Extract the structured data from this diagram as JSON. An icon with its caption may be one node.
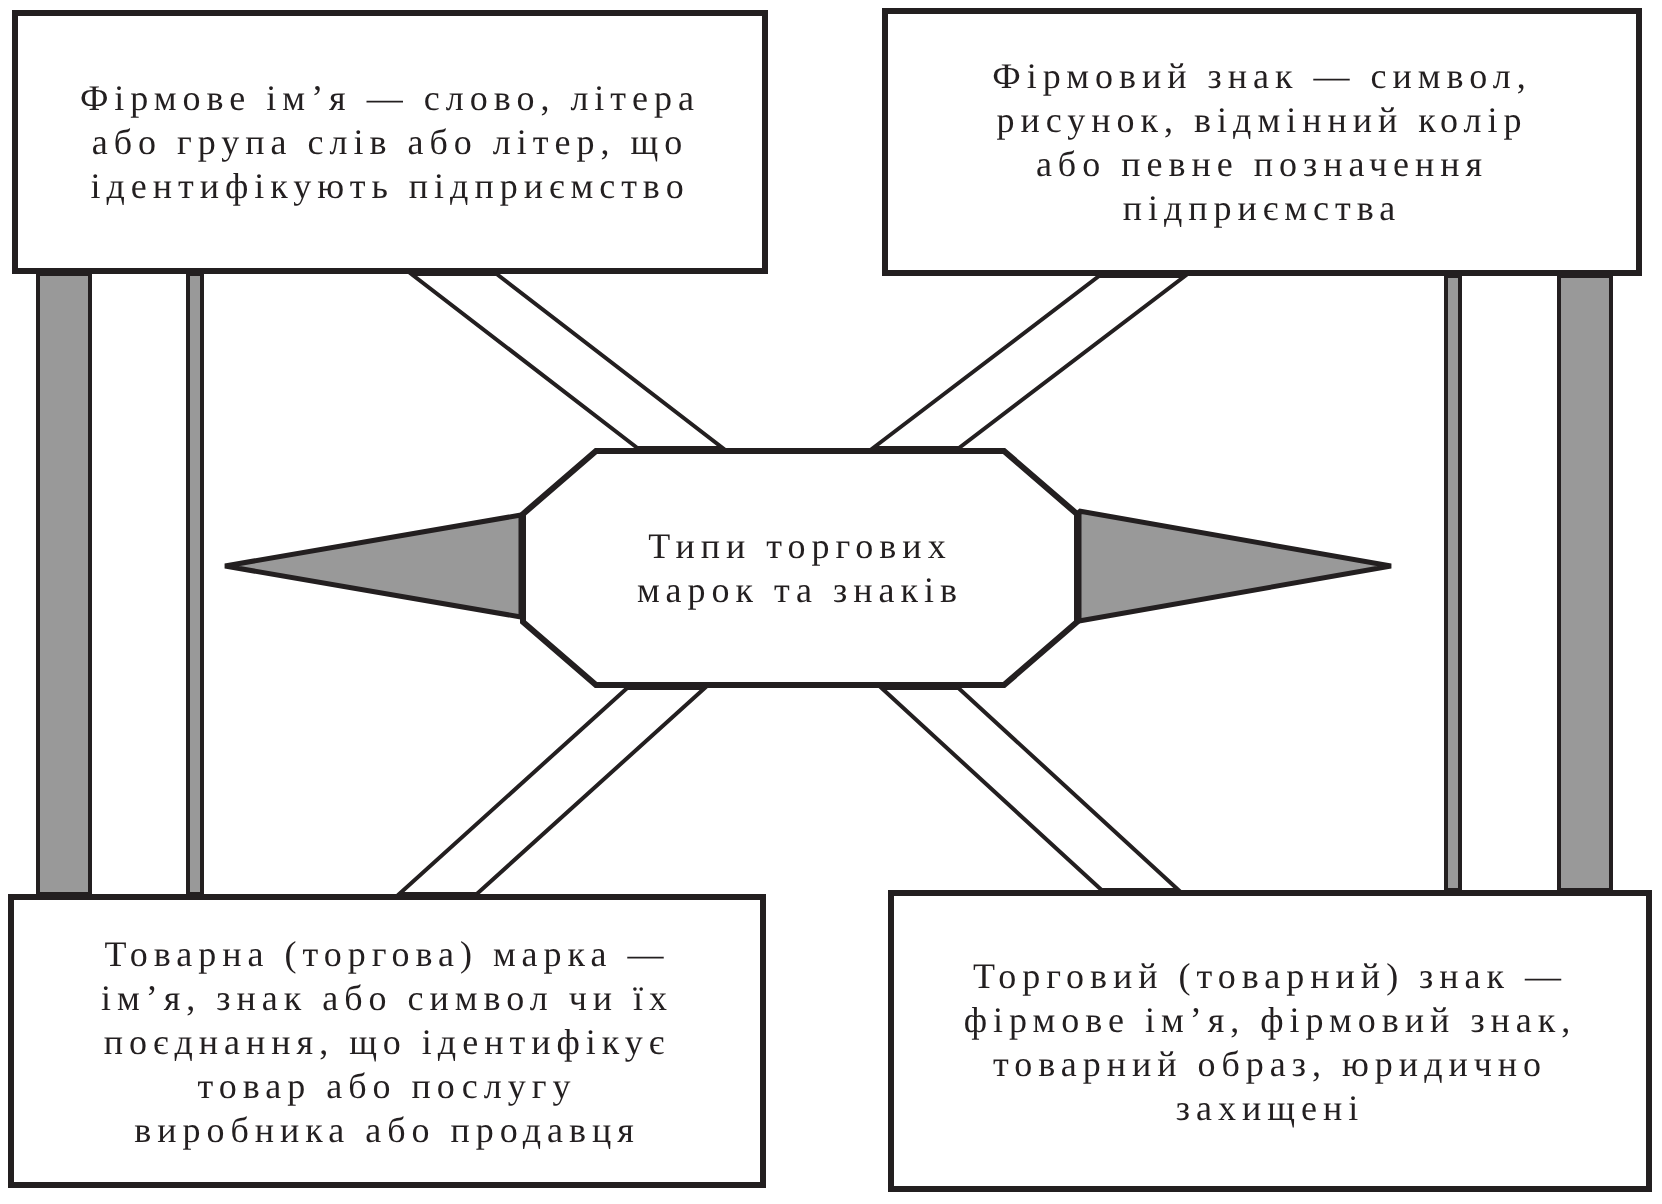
{
  "diagram": {
    "nodes": [
      {
        "text": [
          "Фірмове ім’я — слово, літера або група слів або літер, що ідентифікують підприємство"
        ]
      },
      {
        "text": [
          "Фірмовий знак — символ, рисунок, відмінний колір або певне позначення підприємства"
        ]
      },
      {
        "text": [],
        "shape": "triangle"
      },
      {
        "text": [
          "Типи торгових марок та знаків"
        ]
      },
      {
        "text": [],
        "shape": "triangle"
      },
      {
        "text": [
          "Товарна (торгова) марка — ім’я, знак або символ чи їх поєднання, що ідентифікує товар або послугу виробника або продавця"
        ]
      },
      {
        "text": [
          "Торговий (товарний) знак — фірмове ім’я, фірмовий знак, товарний образ, юридично захищені"
        ]
      }
    ],
    "edges": [
      {
        "from": 3,
        "to": 0,
        "arrow": "none",
        "style": "thick"
      },
      {
        "from": 3,
        "to": 1,
        "arrow": "none",
        "style": "thick"
      },
      {
        "from": 3,
        "to": 5,
        "arrow": "none",
        "style": "thick"
      },
      {
        "from": 3,
        "to": 6,
        "arrow": "none",
        "style": "thick"
      },
      {
        "from": 0,
        "to": 5,
        "arrow": "none",
        "style": "thick",
        "color": "#999999"
      },
      {
        "from": 0,
        "to": 5,
        "arrow": "none",
        "color": "#999999"
      },
      {
        "from": 1,
        "to": 6,
        "arrow": "none",
        "color": "#999999"
      },
      {
        "from": 1,
        "to": 6,
        "arrow": "none",
        "style": "thick",
        "color": "#999999"
      }
    ]
  }
}
